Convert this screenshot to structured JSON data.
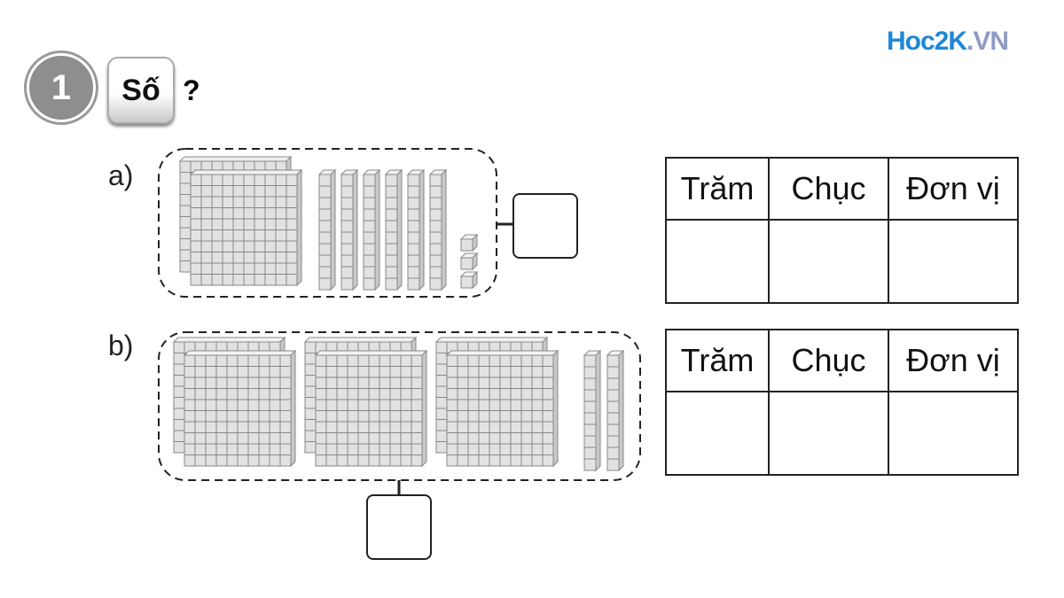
{
  "logo": {
    "part1": "Hoc2K",
    "part2": ".VN"
  },
  "exercise": {
    "number": "1",
    "badge": "Số",
    "question_mark": "?"
  },
  "parts": [
    {
      "label": "a)",
      "hundreds": 2,
      "tens": 6,
      "ones": 3,
      "answer": ""
    },
    {
      "label": "b)",
      "hundreds": 6,
      "tens": 2,
      "ones": 0,
      "answer": ""
    }
  ],
  "table_headers": [
    "Trăm",
    "Chục",
    "Đơn vị"
  ],
  "colors": {
    "block_fill": "#e2e2e2",
    "block_line": "#888888",
    "logo_blue": "#1e88d6",
    "logo_grey": "#8f9bc4"
  }
}
